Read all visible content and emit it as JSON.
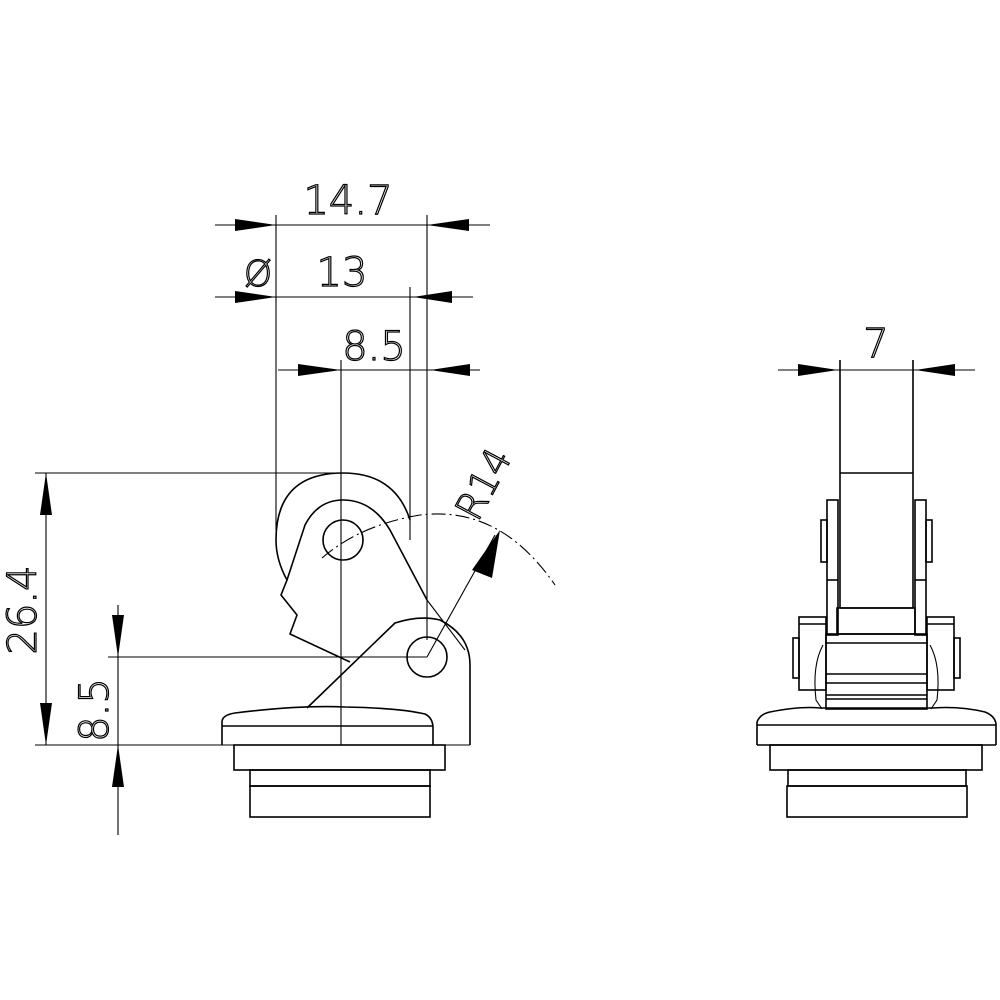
{
  "drawing": {
    "type": "technical drawing - roller lever limit switch actuator",
    "line_color": "#000000",
    "background": "#ffffff"
  },
  "side_view": {
    "dimensions": {
      "overall_width": "14.7",
      "roller_diameter_symbol": "Ø",
      "roller_diameter": "13",
      "axis_offset": "8.5",
      "total_height": "26.4",
      "pivot_height": "8.5",
      "lever_radius": "R14"
    }
  },
  "front_view": {
    "dimensions": {
      "roller_width": "7"
    }
  }
}
